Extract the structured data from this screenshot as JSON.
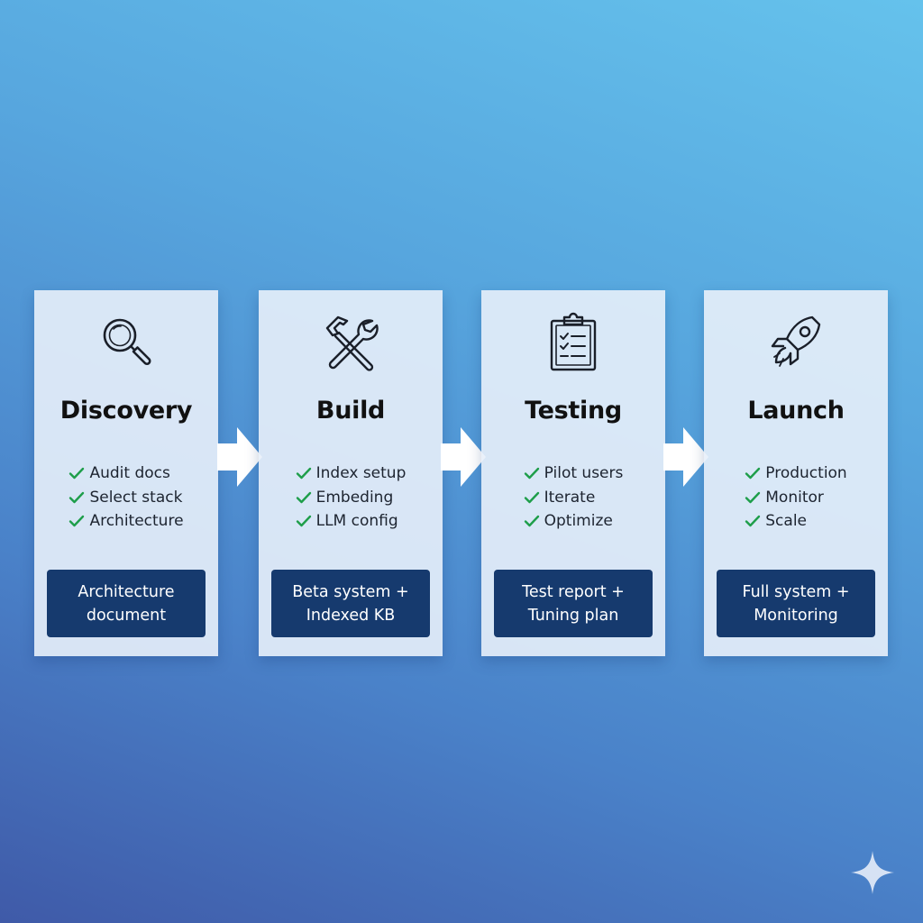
{
  "colors": {
    "card_background": "#e8f0fa",
    "deliverable_background": "#163a6e",
    "check_green": "#1e9e4a",
    "title_text": "#111111"
  },
  "stages": [
    {
      "icon": "magnifying-glass-icon",
      "title": "Discovery",
      "tasks": [
        "Audit docs",
        "Select stack",
        "Architecture"
      ],
      "deliverable": [
        "Architecture",
        "document"
      ]
    },
    {
      "icon": "hammer-wrench-icon",
      "title": "Build",
      "tasks": [
        "Index setup",
        "Embeding",
        "LLM config"
      ],
      "deliverable": [
        "Beta system +",
        "Indexed KB"
      ]
    },
    {
      "icon": "clipboard-checklist-icon",
      "title": "Testing",
      "tasks": [
        "Pilot users",
        "Iterate",
        "Optimize"
      ],
      "deliverable": [
        "Test report +",
        "Tuning plan"
      ]
    },
    {
      "icon": "rocket-icon",
      "title": "Launch",
      "tasks": [
        "Production",
        "Monitor",
        "Scale"
      ],
      "deliverable": [
        "Full system +",
        "Monitoring"
      ]
    }
  ]
}
